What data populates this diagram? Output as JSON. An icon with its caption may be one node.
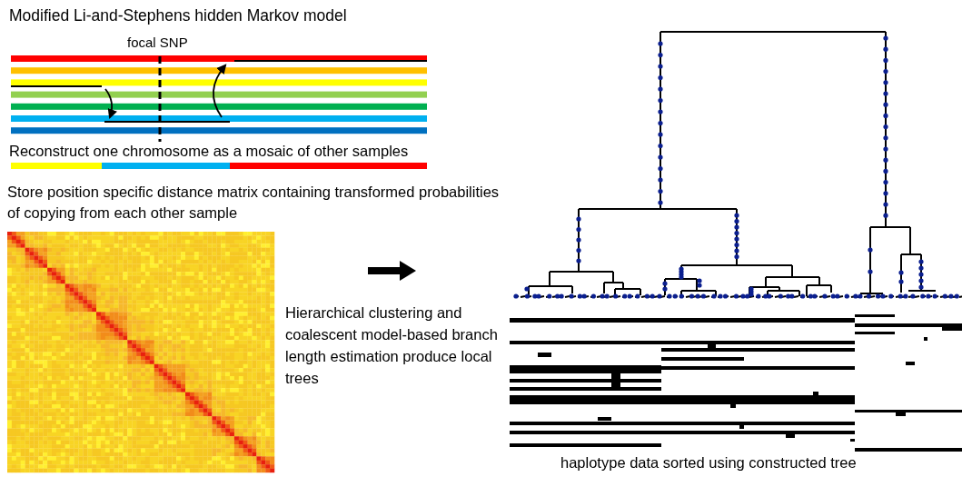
{
  "diagram": {
    "title": "Modified Li-and-Stephens hidden Markov model",
    "nodes": [
      {
        "text": [],
        "shape": "picture"
      },
      {
        "text": [],
        "shape": "picture"
      }
    ],
    "labels": [
      "focal SNP",
      "Reconstruct one chromosome as a mosaic of other samples",
      "Store position specific distance matrix containing transformed probabilities of copying from each other sample",
      "Hierarchical clustering and coalescent model-based branch length estimation produce local trees",
      "haplotype data sorted using constructed tree"
    ]
  }
}
